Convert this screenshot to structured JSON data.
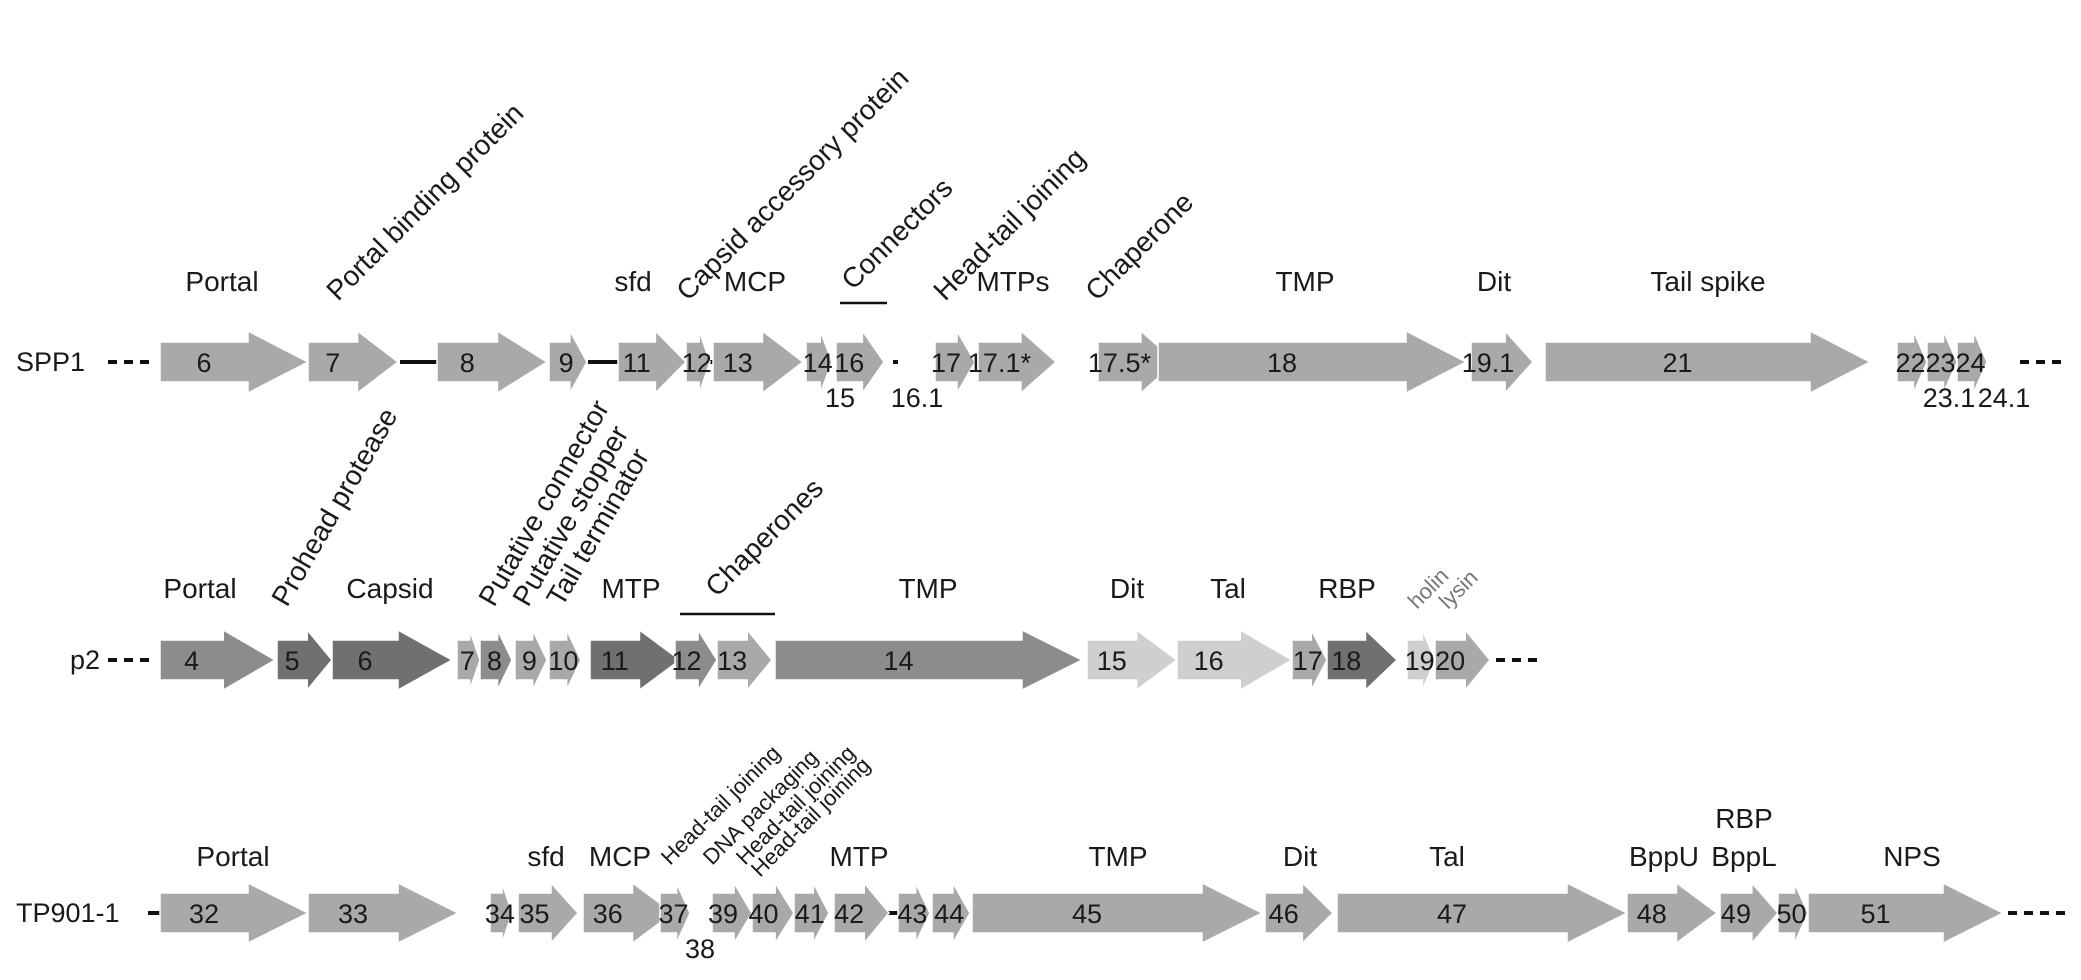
{
  "colors": {
    "gene_default": "#a9a9a9",
    "gene_dark": "#707070",
    "gene_medium": "#8c8c8c",
    "gene_light": "#cfcfcf",
    "line": "#111111"
  },
  "tracks": [
    {
      "id": "spp1",
      "name": "SPP1",
      "genes": [
        {
          "label": "6"
        },
        {
          "label": "7"
        },
        {
          "label": "8"
        },
        {
          "label": "9"
        },
        {
          "label": "11"
        },
        {
          "label": "12"
        },
        {
          "label": "13"
        },
        {
          "label": "14"
        },
        {
          "label": "15"
        },
        {
          "label": "16"
        },
        {
          "label": "16.1"
        },
        {
          "label": "17"
        },
        {
          "label": "17.1*"
        },
        {
          "label": "17.5*"
        },
        {
          "label": "18"
        },
        {
          "label": "19.1"
        },
        {
          "label": "21"
        },
        {
          "label": "22"
        },
        {
          "label": "23"
        },
        {
          "label": "23.1"
        },
        {
          "label": "24"
        },
        {
          "label": "24.1"
        }
      ],
      "annotations": [
        {
          "text": "Portal"
        },
        {
          "text": "Portal binding protein"
        },
        {
          "text": "sfd"
        },
        {
          "text": "Capsid accessory protein"
        },
        {
          "text": "MCP"
        },
        {
          "text": "Connectors"
        },
        {
          "text": "Head-tail joining"
        },
        {
          "text": "MTPs"
        },
        {
          "text": "Chaperone"
        },
        {
          "text": "TMP"
        },
        {
          "text": "Dit"
        },
        {
          "text": "Tail spike"
        }
      ]
    },
    {
      "id": "p2",
      "name": "p2",
      "genes": [
        {
          "label": "4"
        },
        {
          "label": "5"
        },
        {
          "label": "6"
        },
        {
          "label": "7"
        },
        {
          "label": "8"
        },
        {
          "label": "9"
        },
        {
          "label": "10"
        },
        {
          "label": "11"
        },
        {
          "label": "12"
        },
        {
          "label": "13"
        },
        {
          "label": "14"
        },
        {
          "label": "15"
        },
        {
          "label": "16"
        },
        {
          "label": "17"
        },
        {
          "label": "18"
        },
        {
          "label": "19"
        },
        {
          "label": "20"
        }
      ],
      "annotations": [
        {
          "text": "Portal"
        },
        {
          "text": "Prohead protease"
        },
        {
          "text": "Capsid"
        },
        {
          "text": "Putative connector"
        },
        {
          "text": "Putative stopper"
        },
        {
          "text": "Tail terminator"
        },
        {
          "text": "MTP"
        },
        {
          "text": "Chaperones"
        },
        {
          "text": "TMP"
        },
        {
          "text": "Dit"
        },
        {
          "text": "Tal"
        },
        {
          "text": "RBP"
        },
        {
          "text": "holin"
        },
        {
          "text": "lysin"
        }
      ]
    },
    {
      "id": "tp901",
      "name": "TP901-1",
      "genes": [
        {
          "label": "32"
        },
        {
          "label": "33"
        },
        {
          "label": "34"
        },
        {
          "label": "35"
        },
        {
          "label": "36"
        },
        {
          "label": "37"
        },
        {
          "label": "38"
        },
        {
          "label": "39"
        },
        {
          "label": "40"
        },
        {
          "label": "41"
        },
        {
          "label": "42"
        },
        {
          "label": "43"
        },
        {
          "label": "44"
        },
        {
          "label": "45"
        },
        {
          "label": "46"
        },
        {
          "label": "47"
        },
        {
          "label": "48"
        },
        {
          "label": "49"
        },
        {
          "label": "50"
        },
        {
          "label": "51"
        }
      ],
      "annotations": [
        {
          "text": "Portal"
        },
        {
          "text": "sfd"
        },
        {
          "text": "MCP"
        },
        {
          "text": "Head-tail joining"
        },
        {
          "text": "DNA packaging"
        },
        {
          "text": "Head-tail joining"
        },
        {
          "text": "Head-tail joining"
        },
        {
          "text": "MTP"
        },
        {
          "text": "TMP"
        },
        {
          "text": "Dit"
        },
        {
          "text": "Tal"
        },
        {
          "text": "BppU"
        },
        {
          "text": "RBP"
        },
        {
          "text": "BppL"
        },
        {
          "text": "NPS"
        }
      ]
    }
  ]
}
